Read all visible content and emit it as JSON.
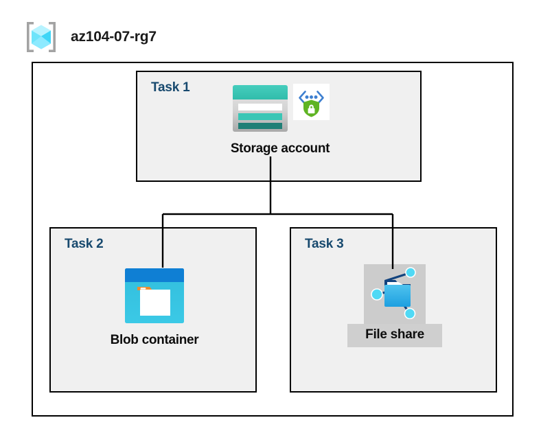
{
  "header": {
    "icon": "resource-group-icon",
    "title": "az104-07-rg7"
  },
  "container": {
    "name": "resource-group-container"
  },
  "tasks": [
    {
      "id": "task1",
      "label": "Task 1",
      "node": {
        "caption": "Storage account",
        "icons": [
          "storage-account-icon",
          "private-endpoint-icon"
        ],
        "highlighted": false
      }
    },
    {
      "id": "task2",
      "label": "Task 2",
      "node": {
        "caption": "Blob container",
        "icons": [
          "blob-container-icon"
        ],
        "highlighted": false
      }
    },
    {
      "id": "task3",
      "label": "Task 3",
      "node": {
        "caption": "File share",
        "icons": [
          "file-share-icon"
        ],
        "highlighted": true
      }
    }
  ],
  "connectors": [
    {
      "name": "storage-to-bus",
      "from": "storage-account",
      "to": "branch-bus"
    },
    {
      "name": "bus-to-blob-container",
      "from": "branch-bus",
      "to": "blob-container"
    },
    {
      "name": "bus-to-file-share",
      "from": "branch-bus",
      "to": "file-share"
    }
  ],
  "colors": {
    "line": "#000000",
    "task_label": "#17496e",
    "task_box_fill": "#f0f0f0",
    "caption": "#0d0d0d",
    "highlight": "#cfcfcf",
    "storage_teal": "#37c2b1",
    "storage_teal_dark": "#22827a",
    "blob_blue": "#0f7fd4",
    "blob_cyan": "#32bedd",
    "blob_orange": "#f08b2c",
    "shield_green": "#5fb423",
    "endpoint_blue": "#3d7fd0",
    "cube_cyan": "#50e6ff",
    "bracket_gray": "#a0a0a0"
  }
}
